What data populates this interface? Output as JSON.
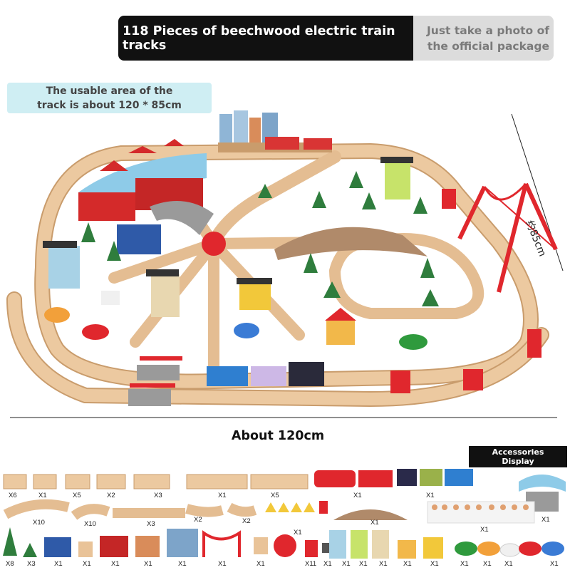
{
  "header": {
    "title": "118 Pieces of beechwood electric train tracks",
    "note": "Just take a photo of\nthe official package"
  },
  "area_note": "The usable area of the\ntrack is about 120 * 85cm",
  "dimensions": {
    "height": "约85cm",
    "width": "About 120cm"
  },
  "accessories": {
    "header": "Accessories\nDisplay",
    "track_row1": [
      "X6",
      "X1",
      "X5",
      "X2",
      "X3",
      "X1",
      "X5"
    ],
    "trains_row1": [
      "X1",
      "X1"
    ],
    "roundhouse_qty": "X1",
    "track_row2": [
      "X10",
      "X10",
      "X3",
      "X2",
      "X2"
    ],
    "signs_qty": "X1",
    "bridge_qty": "X1",
    "figures_qty": "X1",
    "row3": [
      "X8",
      "X3",
      "X1",
      "X1",
      "X1",
      "X1",
      "X1",
      "X1",
      "X1",
      "X11",
      "X1",
      "X1",
      "X1",
      "X1",
      "X1",
      "X1",
      "X1",
      "X1",
      "X1",
      "X1"
    ]
  },
  "colors": {
    "wood": "#e9c398",
    "wood_dark": "#c99c6c",
    "red": "#e0272d",
    "tree": "#2f7d3d"
  }
}
